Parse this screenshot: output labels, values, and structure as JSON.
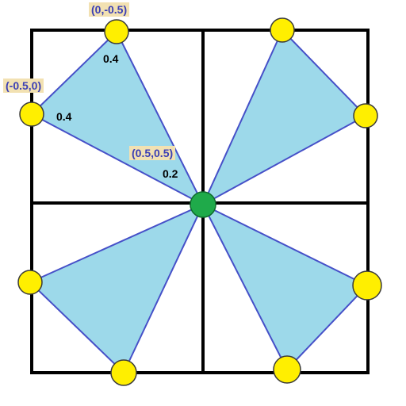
{
  "diagram": {
    "colors": {
      "grid_line": "#000000",
      "triangle_fill": "#9dd9ea",
      "triangle_stroke": "#4650c8",
      "vertex_fill": "#ffef00",
      "vertex_stroke": "#3a3a3a",
      "center_fill": "#1faa4a",
      "label_bg": "#f2e1b2",
      "label_text": "#3b3fb5"
    },
    "coordinate_labels": {
      "top_vertex": "(0,-0.5)",
      "left_vertex": "(-0.5,0)",
      "center": "(0.5,0.5)"
    },
    "value_labels": {
      "top_vertex": "0.4",
      "left_vertex": "0.4",
      "center": "0.2"
    }
  }
}
